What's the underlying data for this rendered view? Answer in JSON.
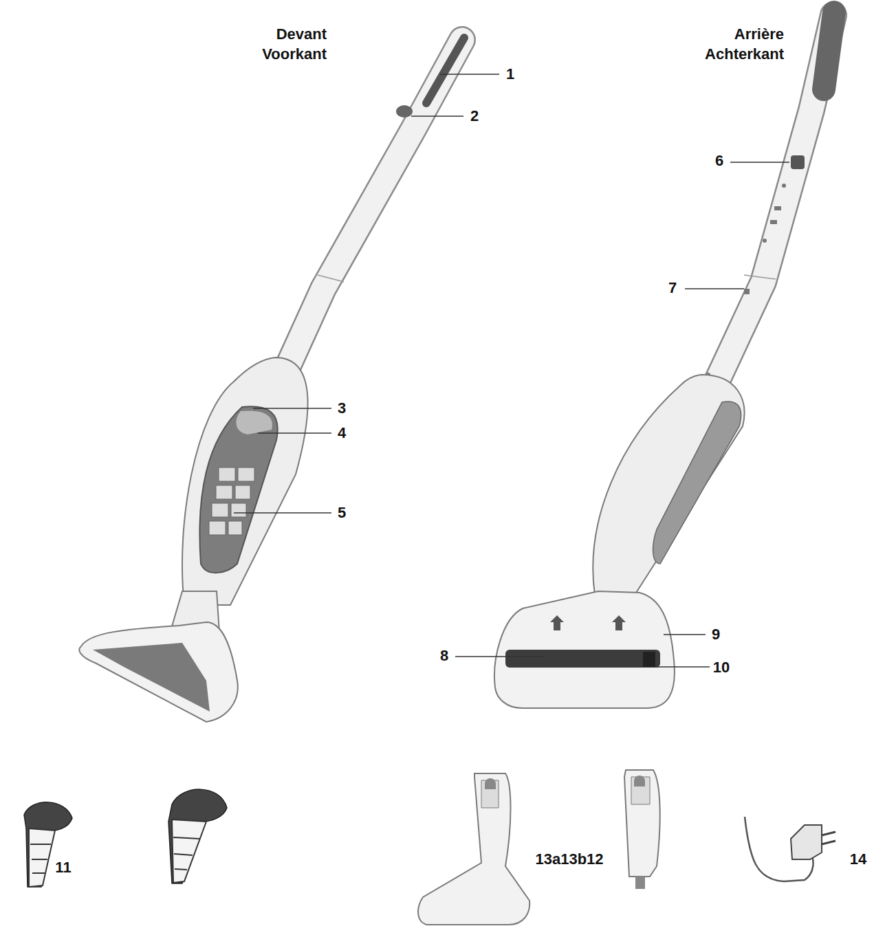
{
  "diagram": {
    "labels": [
      "Devant Voorkant",
      "Arrière Achterkant",
      "1",
      "2",
      "3",
      "4",
      "5",
      "6",
      "7",
      "8",
      "9",
      "10",
      "11",
      "13a13b12",
      "14"
    ]
  }
}
